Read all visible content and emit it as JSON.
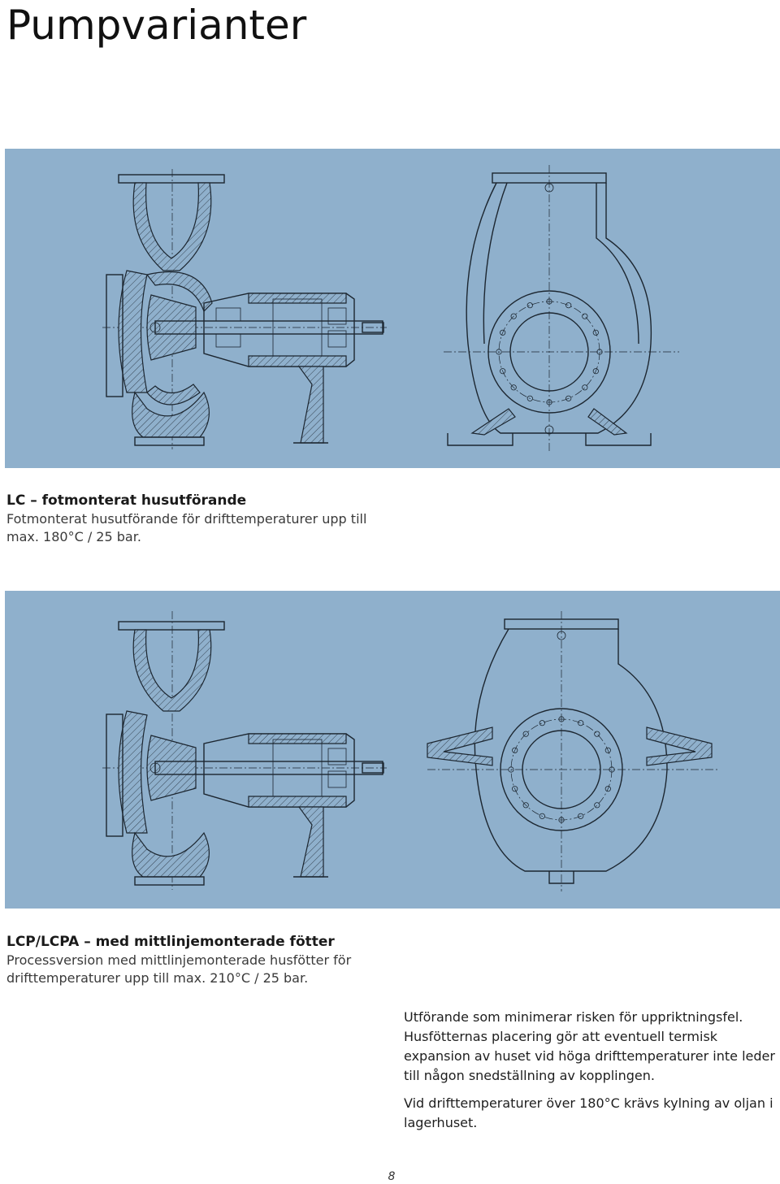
{
  "page": {
    "title": "Pumpvarianter",
    "page_number": "8"
  },
  "variant_lc": {
    "heading": "LC – fotmonterat husutförande",
    "description": "Fotmonterat husutförande för drifttemperaturer upp till max. 180°C / 25 bar."
  },
  "variant_lcp": {
    "heading": "LCP/LCPA – med mittlinjemonterade fötter",
    "description": "Processversion med mittlinjemonterade husfötter för drifttemperaturer upp till max. 210°C / 25 bar."
  },
  "side_text": {
    "paragraph1": "Utförande som minimerar risken för uppriktningsfel. Husfötternas placering gör att eventuell termisk expansion av huset vid höga drifttemperaturer inte leder till någon snedställning av kopplingen.",
    "paragraph2": "Vid drifttemperaturer över 180°C krävs kylning av oljan i lagerhuset."
  },
  "colors": {
    "panel_background": "#8fb0cc",
    "line": "#1c2630"
  }
}
